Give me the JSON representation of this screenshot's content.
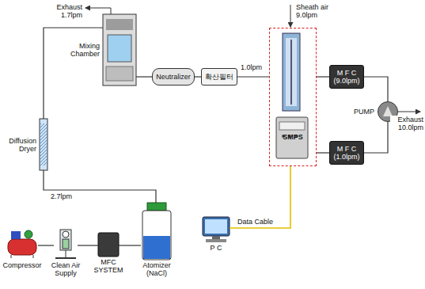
{
  "diagram": {
    "nodes": [
      {
        "text": [
          "Compressor"
        ]
      },
      {
        "text": [
          "Clean Air Supply"
        ]
      },
      {
        "text": [
          "MFC SYSTEM"
        ]
      },
      {
        "text": [
          "Atomizer (NaCl)"
        ]
      },
      {
        "text": [
          "Diffusion Dryer"
        ]
      },
      {
        "text": [
          "Mixing Chamber"
        ]
      },
      {
        "text": [
          "Neutralizer"
        ]
      },
      {
        "text": [
          "확산필터"
        ]
      },
      {
        "text": [
          "SMPS"
        ]
      },
      {
        "text": [
          "M F C",
          "(9.0lpm)"
        ]
      },
      {
        "text": [
          "M F C",
          "(1.0lpm)"
        ]
      },
      {
        "text": [
          "PUMP"
        ]
      },
      {
        "text": [
          "P C"
        ]
      }
    ],
    "edges": [
      {
        "from": 0,
        "to": 1,
        "arrow": "none"
      },
      {
        "from": 1,
        "to": 2,
        "arrow": "none"
      },
      {
        "from": 2,
        "to": 3,
        "arrow": "none"
      },
      {
        "from": 3,
        "to": 4,
        "label": "2.7lpm",
        "arrow": "none"
      },
      {
        "from": 4,
        "to": 5,
        "arrow": "none"
      },
      {
        "from": 5,
        "to": 6,
        "arrow": "none"
      },
      {
        "from": 6,
        "to": 7,
        "arrow": "none"
      },
      {
        "from": 7,
        "to": 8,
        "label": "1.0lpm",
        "arrow": "none"
      },
      {
        "from": 8,
        "to": 9,
        "arrow": "none"
      },
      {
        "from": 8,
        "to": 10,
        "arrow": "none"
      },
      {
        "from": 9,
        "to": 11,
        "arrow": "none"
      },
      {
        "from": 10,
        "to": 11,
        "arrow": "none"
      },
      {
        "from": 12,
        "to": 8,
        "label": "Data Cable",
        "arrow": "none"
      }
    ],
    "labels": [
      "Exhaust 1.7lpm",
      "Sheath air 9.0lpm",
      "Exhaust 10.0lpm"
    ]
  }
}
